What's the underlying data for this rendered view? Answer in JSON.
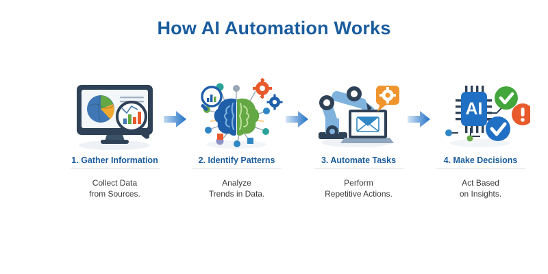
{
  "page": {
    "title": "How AI Automation Works",
    "background_color": "#ffffff"
  },
  "colors": {
    "title_blue": "#1a5c9e",
    "label_blue": "#1a5c9e",
    "body_gray": "#3b3b3b",
    "rule_gray": "#d8dde3",
    "arrow_blue": "#1f6fc4",
    "arrow_blue_light": "#bfd9f2",
    "navy": "#2f4156",
    "brain_blue": "#1f5fa9",
    "brain_green": "#63a844",
    "gear_orange": "#e8592b",
    "gear_blue": "#1f5fa9",
    "robot_blue": "#7fb3de",
    "chip_blue": "#1f6fc4",
    "check_green": "#43a63c",
    "alert_orange": "#e8592b",
    "check_blue": "#1f6fc4",
    "shadow": "#eef1f5"
  },
  "arrows": [
    {
      "name": "arrow-step1-to-step2"
    },
    {
      "name": "arrow-step2-to-step3"
    },
    {
      "name": "arrow-step3-to-step4"
    }
  ],
  "steps": [
    {
      "number": "1",
      "label": "1. Gather Information",
      "description": "Collect Data\nfrom Sources.",
      "icon": "monitor-analytics-icon",
      "icon_parts": [
        "monitor",
        "pie-chart",
        "text-lines",
        "magnifier",
        "bar-chart"
      ]
    },
    {
      "number": "2",
      "label": "2. Identify Patterns",
      "description": "Analyze\nTrends in Data.",
      "icon": "brain-network-icon",
      "icon_parts": [
        "brain-left-blue",
        "brain-right-green",
        "network-nodes",
        "magnifier-bar-chart",
        "gear-orange",
        "gear-blue"
      ]
    },
    {
      "number": "3",
      "label": "3. Automate Tasks",
      "description": "Perform\nRepetitive Actions.",
      "icon": "robot-arm-laptop-icon",
      "icon_parts": [
        "robot-arm",
        "laptop",
        "envelope",
        "speech-bubble-gear"
      ]
    },
    {
      "number": "4",
      "label": "4. Make Decisions",
      "description": "Act Based\non Insights.",
      "icon": "ai-chip-decisions-icon",
      "icon_parts": [
        "ai-chip",
        "chip-label-AI",
        "check-green",
        "alert-orange",
        "check-blue"
      ],
      "chip_label": "AI"
    }
  ]
}
